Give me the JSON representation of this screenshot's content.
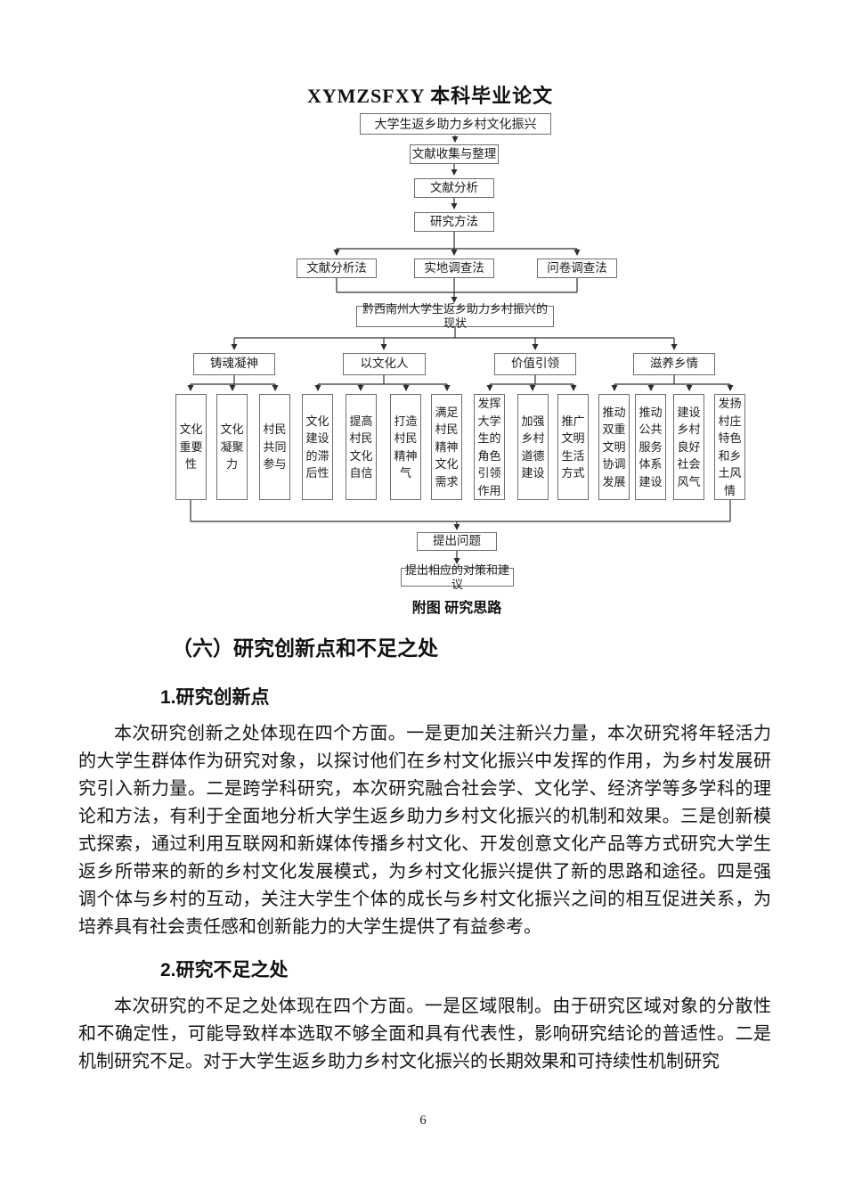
{
  "page": {
    "header": "XYMZSFXY 本科毕业论文",
    "page_number": "6"
  },
  "colors": {
    "box_border": "#6a6f78",
    "connector": "#2f2f2f",
    "text": "#1a1a1a"
  },
  "diagram": {
    "caption": "附图  研究思路",
    "nodes": {
      "title": "大学生返乡助力乡村文化振兴",
      "collect": "文献收集与整理",
      "analysis": "文献分析",
      "method": "研究方法",
      "m1": "文献分析法",
      "m2": "实地调查法",
      "m3": "问卷调查法",
      "status": "黔西南州大学生返乡助力乡村振兴的现状",
      "c1": "铸魂凝神",
      "c2": "以文化人",
      "c3": "价值引领",
      "c4": "滋养乡情",
      "problem": "提出问题",
      "suggest": "提出相应的对策和建议"
    },
    "leaves": [
      "文化重要性",
      "文化凝聚力",
      "村民共同参与",
      "文化建设的滞后性",
      "提高村民文化自信",
      "打造村民精神气",
      "满足村民精神文化需求",
      "发挥大学生的角色引领作用",
      "加强乡村道德建设",
      "推广文明生活方式",
      "推动双重文明协调发展",
      "推动公共服务体系建设",
      "建设乡村良好社会风气",
      "发扬村庄特色和乡土风情"
    ]
  },
  "content": {
    "section_heading": "（六）研究创新点和不足之处",
    "sub1": "1.研究创新点",
    "para1": "本次研究创新之处体现在四个方面。一是更加关注新兴力量，本次研究将年轻活力的大学生群体作为研究对象，以探讨他们在乡村文化振兴中发挥的作用，为乡村发展研究引入新力量。二是跨学科研究，本次研究融合社会学、文化学、经济学等多学科的理论和方法，有利于全面地分析大学生返乡助力乡村文化振兴的机制和效果。三是创新模式探索，通过利用互联网和新媒体传播乡村文化、开发创意文化产品等方式研究大学生返乡所带来的新的乡村文化发展模式，为乡村文化振兴提供了新的思路和途径。四是强调个体与乡村的互动，关注大学生个体的成长与乡村文化振兴之间的相互促进关系，为培养具有社会责任感和创新能力的大学生提供了有益参考。",
    "sub2": "2.研究不足之处",
    "para2": "本次研究的不足之处体现在四个方面。一是区域限制。由于研究区域对象的分散性和不确定性，可能导致样本选取不够全面和具有代表性，影响研究结论的普适性。二是机制研究不足。对于大学生返乡助力乡村文化振兴的长期效果和可持续性机制研究"
  }
}
